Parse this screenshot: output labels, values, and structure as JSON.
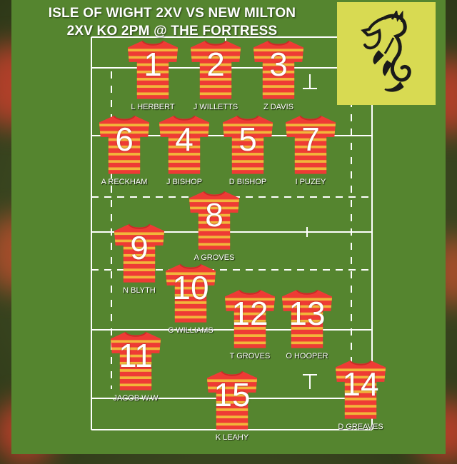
{
  "header": {
    "title_line1": "ISLE OF WIGHT 2XV VS NEW MILTON",
    "title_line2": "2XV KO 2PM @ THE FORTRESS"
  },
  "logo": {
    "icon": "seahorse-icon",
    "background": "#d8da52"
  },
  "colors": {
    "pitch": "#55852f",
    "shirt": "#ee3b35",
    "shirt_stripe": "#f2b63a",
    "lines": "#ffffff"
  },
  "players": [
    {
      "number": "1",
      "name": "L HERBERT"
    },
    {
      "number": "2",
      "name": "J WILLETTS"
    },
    {
      "number": "3",
      "name": "Z DAVIS"
    },
    {
      "number": "6",
      "name": "A RECKHAM"
    },
    {
      "number": "4",
      "name": "J BISHOP"
    },
    {
      "number": "5",
      "name": "D BISHOP"
    },
    {
      "number": "7",
      "name": "I PUZEY"
    },
    {
      "number": "8",
      "name": "A GROVES"
    },
    {
      "number": "9",
      "name": "N BLYTH"
    },
    {
      "number": "10",
      "name": "C WILLIAMS"
    },
    {
      "number": "12",
      "name": "T GROVES"
    },
    {
      "number": "13",
      "name": "O HOOPER"
    },
    {
      "number": "11",
      "name": "JACOB W.W"
    },
    {
      "number": "15",
      "name": "K LEAHY"
    },
    {
      "number": "14",
      "name": "D GREAVES"
    }
  ]
}
